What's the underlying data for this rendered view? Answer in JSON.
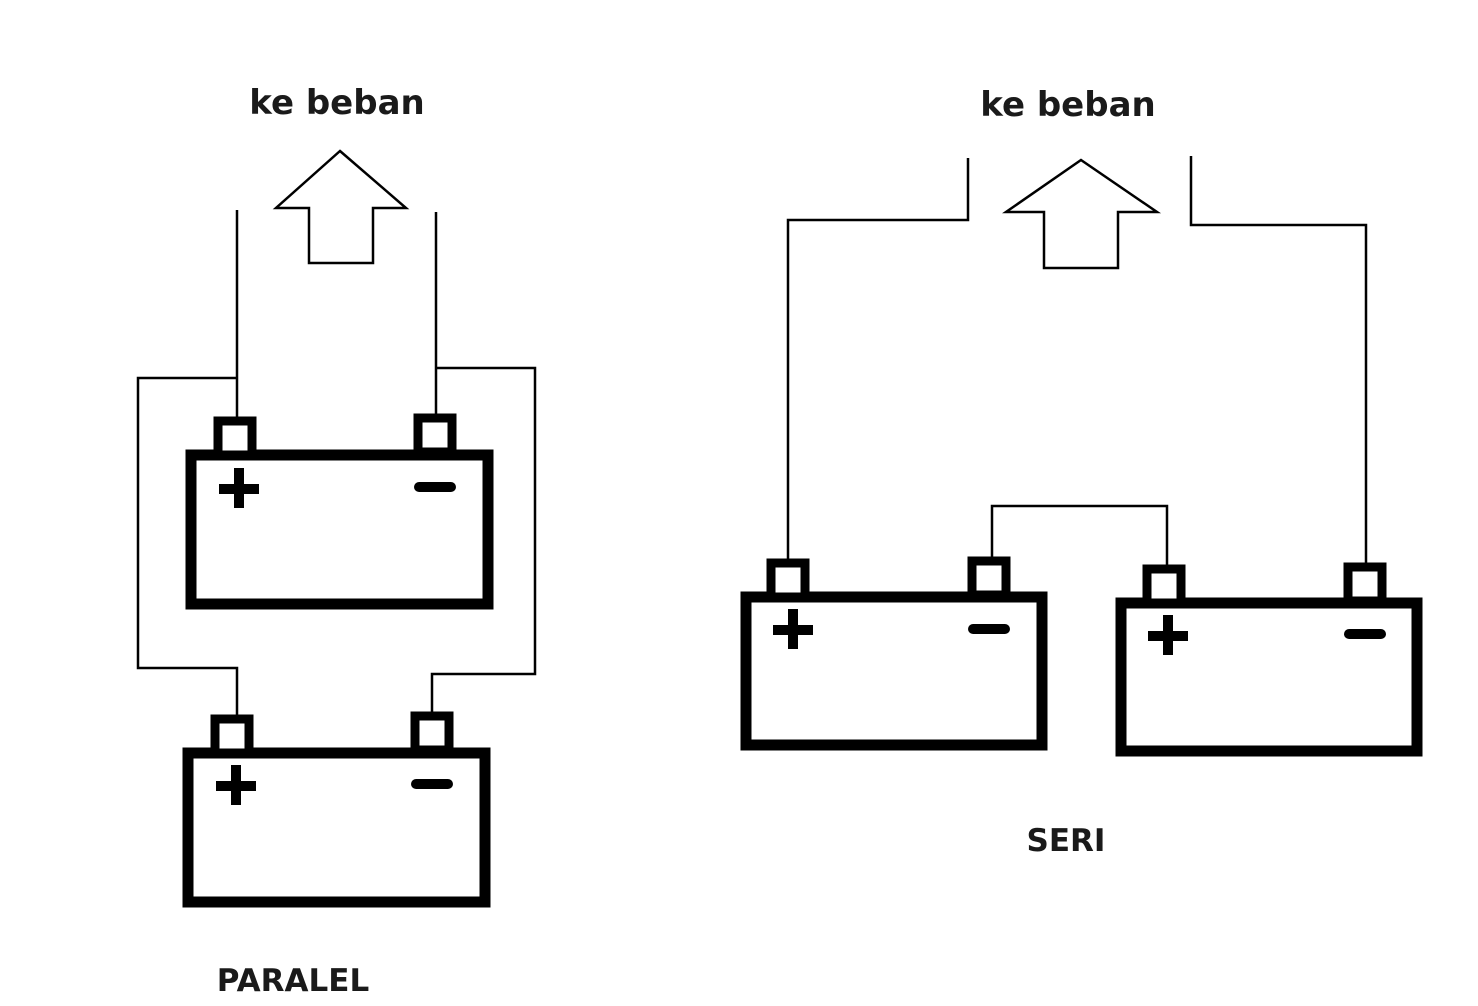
{
  "labels": {
    "parallel_load": "ke beban",
    "series_load": "ke beban",
    "parallel_title": "PARALEL",
    "series_title": "SERI"
  },
  "colors": {
    "line": "#000000",
    "text": "#1a1a1a",
    "background": "#ffffff"
  }
}
